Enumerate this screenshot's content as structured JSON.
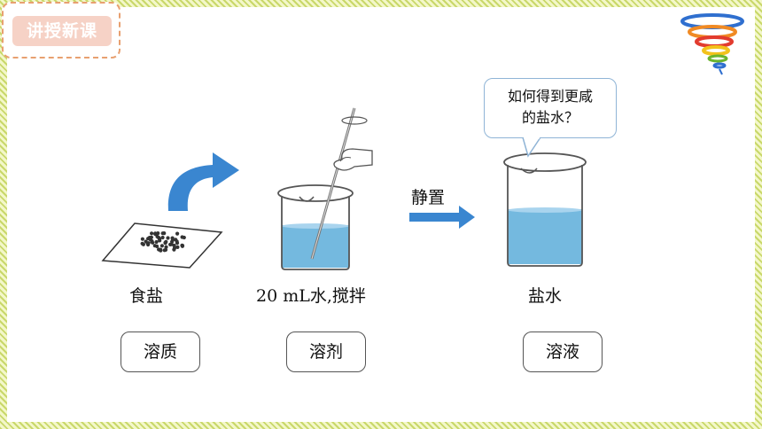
{
  "header": {
    "title": "讲授新课"
  },
  "labels": {
    "salt": "食盐",
    "water": "20 mL水,搅拌",
    "brine": "盐水",
    "let_stand": "静置"
  },
  "boxes": {
    "solute": "溶质",
    "solvent": "溶剂",
    "solution": "溶液"
  },
  "bubble": {
    "line1": "如何得到更咸",
    "line2": "的盐水？"
  },
  "colors": {
    "border": "#c9d86a",
    "tag_fill": "#f6d2c6",
    "tag_border": "#e8a070",
    "water": "#74b9df",
    "arrow": "#3a86d0"
  }
}
